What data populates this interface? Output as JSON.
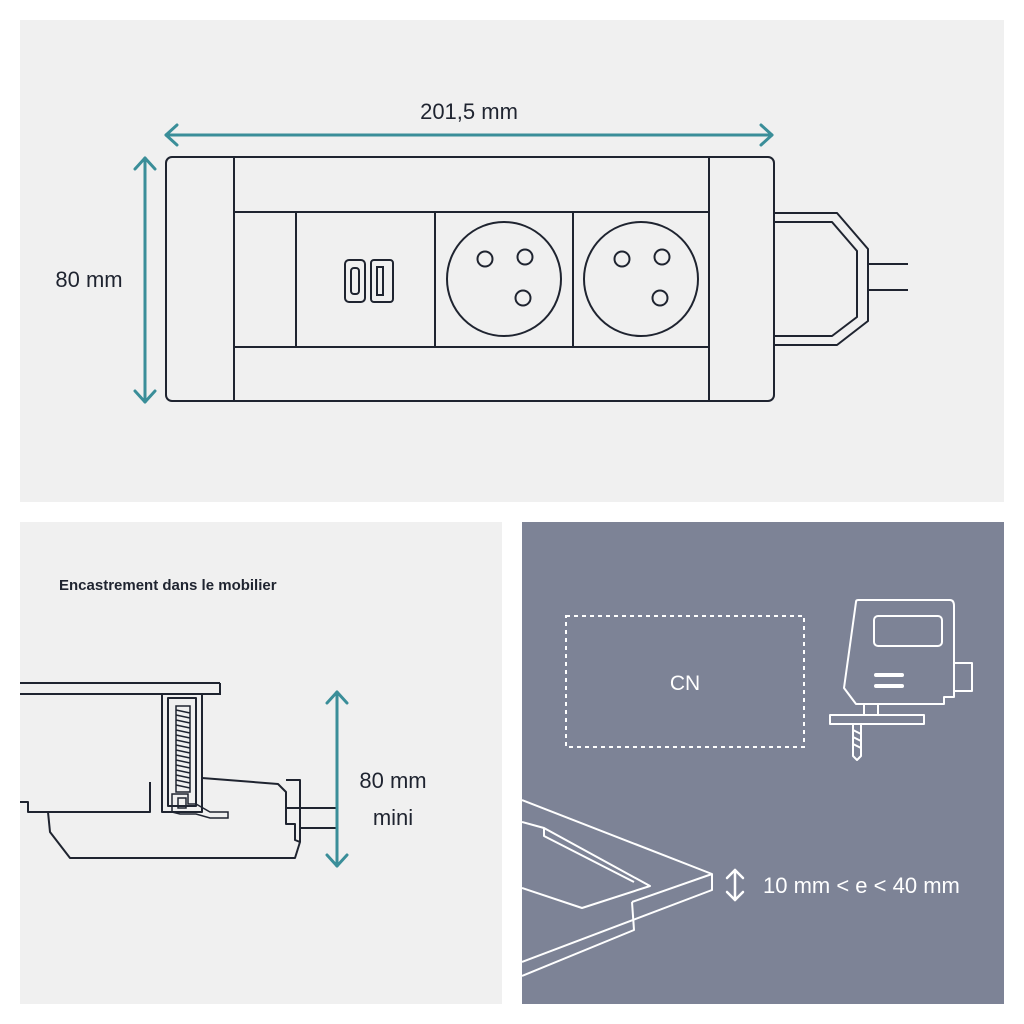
{
  "top_diagram": {
    "width_label": "201,5 mm",
    "height_label": "80 mm",
    "usb_ports": [
      "usb-c",
      "usb-a"
    ],
    "sockets": [
      "french-socket",
      "french-socket"
    ]
  },
  "mounting": {
    "title": "Encastrement dans le mobilier",
    "depth_label_line1": "80 mm",
    "depth_label_line2": "mini"
  },
  "cutout": {
    "cutout_label": "CN",
    "thickness_label": "10 mm < e < 40 mm",
    "tool_icon": "jigsaw-icon"
  },
  "colors": {
    "dimension_arrow": "#3a8e99",
    "line": "#1f2430",
    "panel_light": "#f0f0f0",
    "panel_dark": "#7d8396"
  }
}
